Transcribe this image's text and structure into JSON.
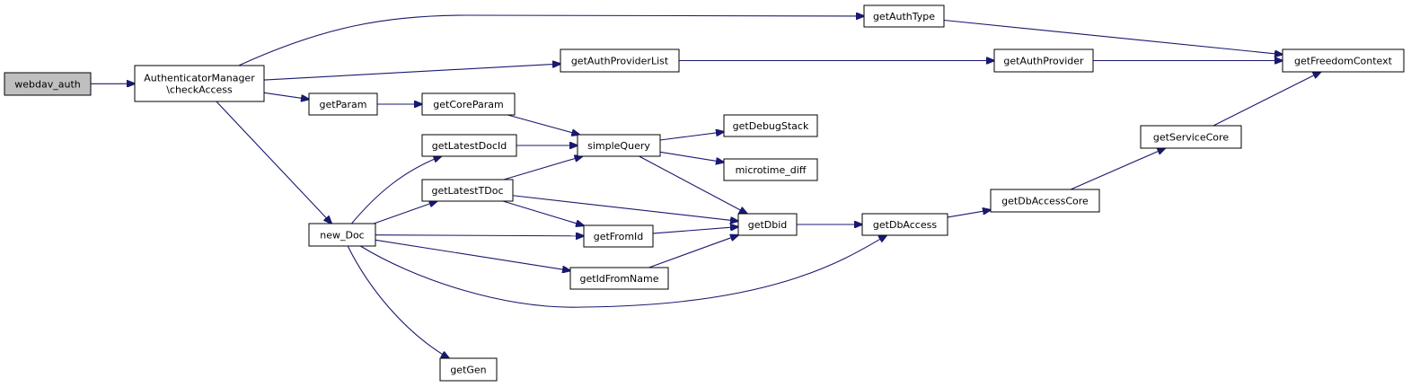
{
  "colors": {
    "edge": "#191970",
    "node_fill": "#ffffff",
    "node_border": "#000000",
    "root_fill": "#bfbfbf"
  },
  "nodes": [
    {
      "id": "webdav_auth",
      "lines": [
        "webdav_auth"
      ],
      "root": true
    },
    {
      "id": "checkAccess",
      "lines": [
        "AuthenticatorManager",
        "\\checkAccess"
      ]
    },
    {
      "id": "getAuthType",
      "lines": [
        "getAuthType"
      ]
    },
    {
      "id": "getAuthProviderList",
      "lines": [
        "getAuthProviderList"
      ]
    },
    {
      "id": "getAuthProvider",
      "lines": [
        "getAuthProvider"
      ]
    },
    {
      "id": "getFreedomContext",
      "lines": [
        "getFreedomContext"
      ]
    },
    {
      "id": "getParam",
      "lines": [
        "getParam"
      ]
    },
    {
      "id": "getCoreParam",
      "lines": [
        "getCoreParam"
      ]
    },
    {
      "id": "simpleQuery",
      "lines": [
        "simpleQuery"
      ]
    },
    {
      "id": "getDebugStack",
      "lines": [
        "getDebugStack"
      ]
    },
    {
      "id": "microtime_diff",
      "lines": [
        "microtime_diff"
      ]
    },
    {
      "id": "getLatestDocId",
      "lines": [
        "getLatestDocId"
      ]
    },
    {
      "id": "getLatestTDoc",
      "lines": [
        "getLatestTDoc"
      ]
    },
    {
      "id": "new_Doc",
      "lines": [
        "new_Doc"
      ]
    },
    {
      "id": "getFromId",
      "lines": [
        "getFromId"
      ]
    },
    {
      "id": "getIdFromName",
      "lines": [
        "getIdFromName"
      ]
    },
    {
      "id": "getDbid",
      "lines": [
        "getDbid"
      ]
    },
    {
      "id": "getDbAccess",
      "lines": [
        "getDbAccess"
      ]
    },
    {
      "id": "getDbAccessCore",
      "lines": [
        "getDbAccessCore"
      ]
    },
    {
      "id": "getServiceCore",
      "lines": [
        "getServiceCore"
      ]
    },
    {
      "id": "getGen",
      "lines": [
        "getGen"
      ]
    }
  ],
  "edges": [
    {
      "from": "webdav_auth",
      "to": "checkAccess"
    },
    {
      "from": "checkAccess",
      "to": "getAuthType"
    },
    {
      "from": "checkAccess",
      "to": "getAuthProviderList"
    },
    {
      "from": "checkAccess",
      "to": "getParam"
    },
    {
      "from": "checkAccess",
      "to": "new_Doc"
    },
    {
      "from": "getAuthType",
      "to": "getFreedomContext"
    },
    {
      "from": "getAuthProviderList",
      "to": "getAuthProvider"
    },
    {
      "from": "getAuthProvider",
      "to": "getFreedomContext"
    },
    {
      "from": "getParam",
      "to": "getCoreParam"
    },
    {
      "from": "getCoreParam",
      "to": "simpleQuery"
    },
    {
      "from": "simpleQuery",
      "to": "getDebugStack"
    },
    {
      "from": "simpleQuery",
      "to": "microtime_diff"
    },
    {
      "from": "simpleQuery",
      "to": "getDbid"
    },
    {
      "from": "getLatestDocId",
      "to": "simpleQuery"
    },
    {
      "from": "getLatestTDoc",
      "to": "simpleQuery"
    },
    {
      "from": "getLatestTDoc",
      "to": "getFromId"
    },
    {
      "from": "getLatestTDoc",
      "to": "getDbid"
    },
    {
      "from": "new_Doc",
      "to": "getLatestDocId"
    },
    {
      "from": "new_Doc",
      "to": "getLatestTDoc"
    },
    {
      "from": "new_Doc",
      "to": "getFromId"
    },
    {
      "from": "new_Doc",
      "to": "getIdFromName"
    },
    {
      "from": "new_Doc",
      "to": "getDbAccess"
    },
    {
      "from": "new_Doc",
      "to": "getGen"
    },
    {
      "from": "getFromId",
      "to": "getDbid"
    },
    {
      "from": "getIdFromName",
      "to": "getDbid"
    },
    {
      "from": "getDbid",
      "to": "getDbAccess"
    },
    {
      "from": "getDbAccess",
      "to": "getDbAccessCore"
    },
    {
      "from": "getDbAccessCore",
      "to": "getServiceCore"
    },
    {
      "from": "getServiceCore",
      "to": "getFreedomContext"
    }
  ]
}
